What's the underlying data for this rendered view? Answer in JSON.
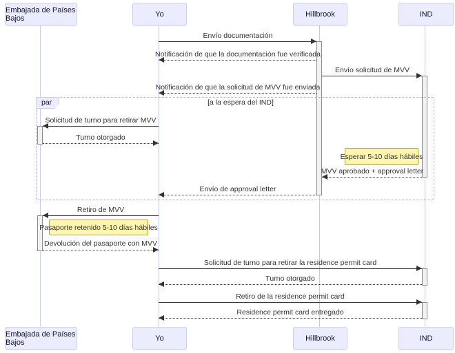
{
  "diagram": {
    "kind": "sequence-diagram",
    "participants": [
      {
        "name": "Embajada de Países Bajos"
      },
      {
        "name": "Yo"
      },
      {
        "name": "Hillbrook"
      },
      {
        "name": "IND"
      }
    ],
    "par_block": {
      "label": "par",
      "condition": "[a la espera del IND]"
    },
    "messages": [
      {
        "label": "Envío documentación",
        "from": "Yo",
        "to": "Hillbrook",
        "style": "solid"
      },
      {
        "label": "Notificación de que la documentación fue verificada",
        "from": "Hillbrook",
        "to": "Yo",
        "style": "dashed"
      },
      {
        "label": "Envío solicitud de MVV",
        "from": "Hillbrook",
        "to": "IND",
        "style": "solid"
      },
      {
        "label": "Notificación de que la solicitud de MVV fue enviada",
        "from": "Hillbrook",
        "to": "Yo",
        "style": "dashed"
      },
      {
        "label": "Solicitud de turno para retirar MVV",
        "from": "Yo",
        "to": "Embajada de Países Bajos",
        "style": "solid"
      },
      {
        "label": "Turno otorgado",
        "from": "Embajada de Países Bajos",
        "to": "Yo",
        "style": "dashed"
      },
      {
        "label": "MVV aprobado + approval letter",
        "from": "IND",
        "to": "Hillbrook",
        "style": "dashed"
      },
      {
        "label": "Envío de approval letter",
        "from": "Hillbrook",
        "to": "Yo",
        "style": "dashed"
      },
      {
        "label": "Retiro de MVV",
        "from": "Yo",
        "to": "Embajada de Países Bajos",
        "style": "solid"
      },
      {
        "label": "Devolución del pasaporte con MVV",
        "from": "Embajada de Países Bajos",
        "to": "Yo",
        "style": "dashed"
      },
      {
        "label": "Solicitud de turno para retirar la residence permit card",
        "from": "Yo",
        "to": "IND",
        "style": "solid"
      },
      {
        "label": "Turno otorgado",
        "from": "IND",
        "to": "Yo",
        "style": "dashed"
      },
      {
        "label": "Retiro de la residence permit card",
        "from": "Yo",
        "to": "IND",
        "style": "solid"
      },
      {
        "label": "Residence permit card entregado",
        "from": "IND",
        "to": "Yo",
        "style": "dashed"
      }
    ],
    "notes": [
      {
        "text": "Esperar 5-10 días hábiles",
        "position": "left of IND"
      },
      {
        "text": "Pasaporte retenido 5-10 días hábiles",
        "position": "right of Embajada de Países Bajos"
      }
    ],
    "colors": {
      "actor_fill": "#ECECFF",
      "actor_border": "#CFCFE8",
      "note_fill": "#FFF5AD",
      "note_border": "#AAAA33",
      "line": "#333333",
      "lifeline": "#C9C9E8"
    }
  }
}
